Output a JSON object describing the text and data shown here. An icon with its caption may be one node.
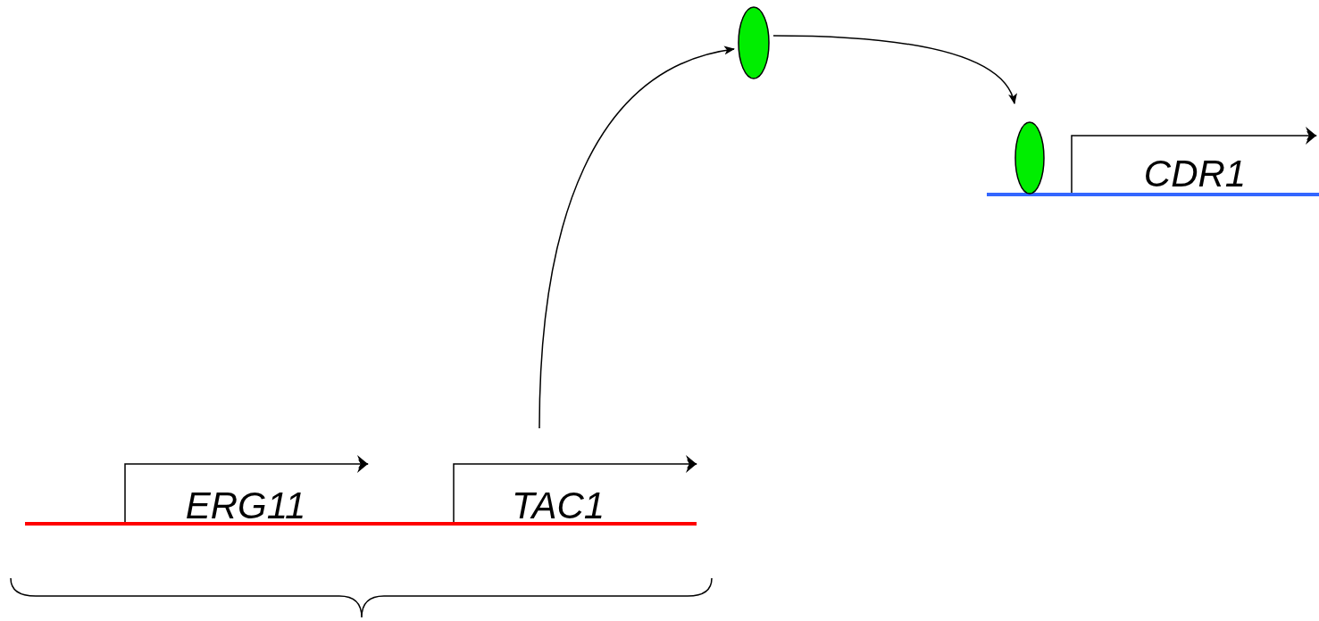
{
  "diagram": {
    "nodes": [
      {
        "text": [
          "ERG11"
        ]
      },
      {
        "text": [
          "TAC1"
        ]
      },
      {
        "text": [],
        "shape": "ellipse"
      },
      {
        "text": [],
        "shape": "ellipse"
      },
      {
        "text": [
          "CDR1"
        ]
      }
    ],
    "edges": [
      {
        "from": 1,
        "to": 2,
        "arrow": "to"
      },
      {
        "from": 2,
        "to": 3,
        "arrow": "to"
      }
    ]
  }
}
